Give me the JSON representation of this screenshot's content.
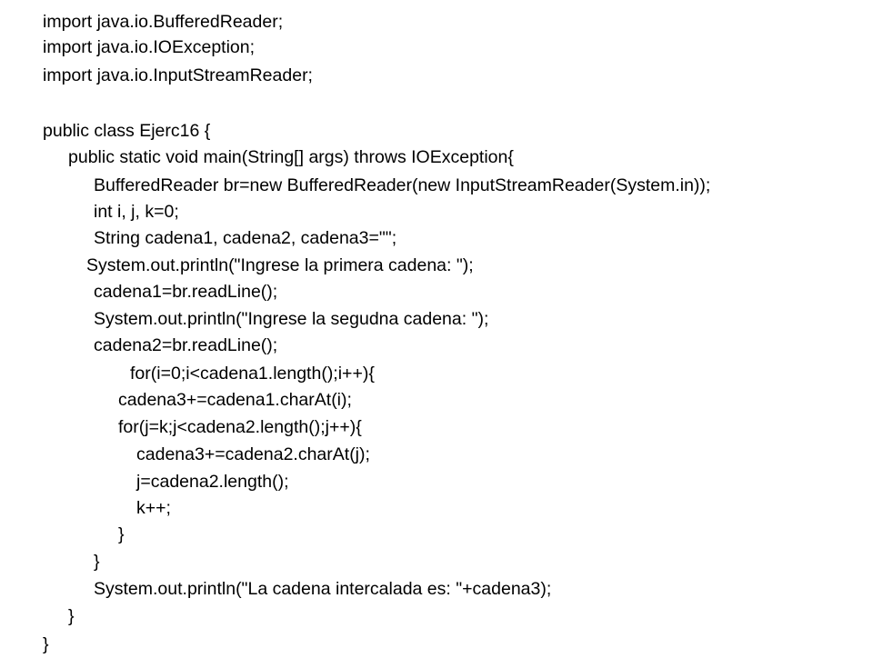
{
  "code": {
    "lines": [
      "import java.io.BufferedReader;",
      "import java.io.IOException;",
      "import java.io.InputStreamReader;",
      "",
      "public class Ejerc16 {",
      "public static void main(String[] args) throws IOException{",
      "BufferedReader br=new BufferedReader(new InputStreamReader(System.in));",
      "int i, j, k=0;",
      "String cadena1, cadena2, cadena3=\"\";",
      "System.out.println(\"Ingrese la primera cadena: \");",
      "cadena1=br.readLine();",
      "System.out.println(\"Ingrese la segudna cadena: \");",
      "cadena2=br.readLine();",
      "for(i=0;i<cadena1.length();i++){",
      "cadena3+=cadena1.charAt(i);",
      "for(j=k;j<cadena2.length();j++){",
      "cadena3+=cadena2.charAt(j);",
      "j=cadena2.length();",
      "k++;",
      "}",
      "}",
      "System.out.println(\"La cadena intercalada es: \"+cadena3);",
      "}",
      "}"
    ]
  }
}
